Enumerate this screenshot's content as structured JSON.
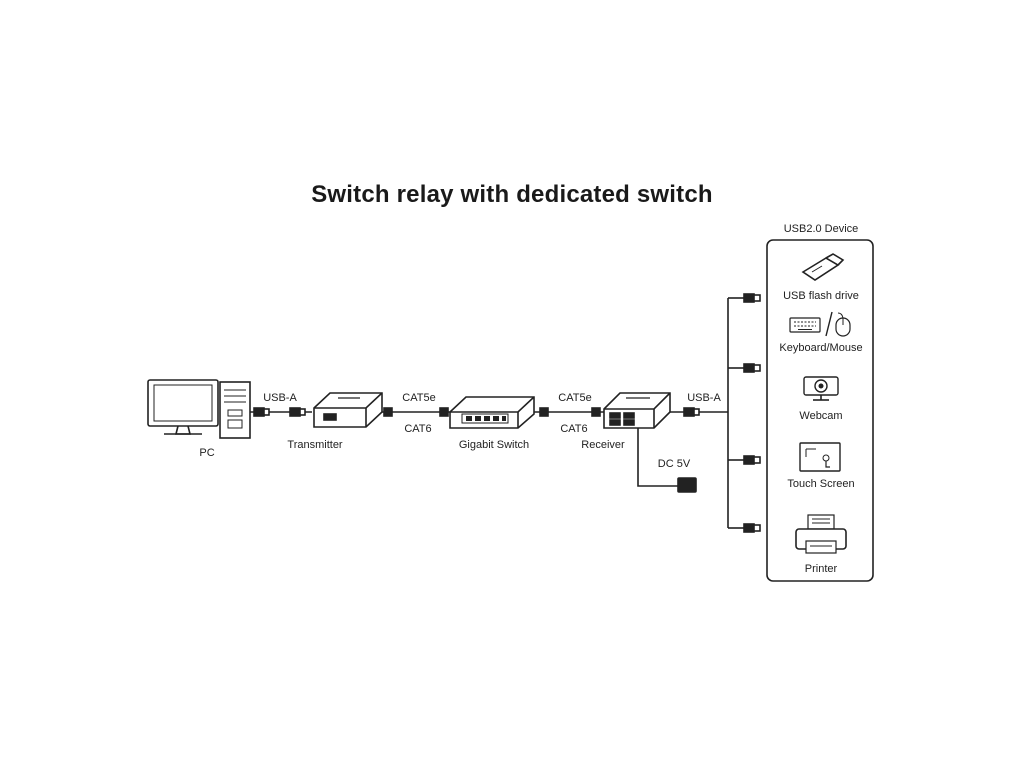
{
  "title": "Switch relay with dedicated switch",
  "devices": {
    "pc": "PC",
    "transmitter": "Transmitter",
    "switch": "Gigabit Switch",
    "receiver": "Receiver"
  },
  "cables": {
    "usb_left": "USB-A",
    "usb_right": "USB-A",
    "left_top": "CAT5e",
    "left_bottom": "CAT6",
    "right_top": "CAT5e",
    "right_bottom": "CAT6",
    "power": "DC 5V"
  },
  "usb_panel": {
    "title": "USB2.0 Device",
    "items": [
      {
        "label": "USB flash drive",
        "icon": "usb-flash-drive-icon"
      },
      {
        "label": "Keyboard/Mouse",
        "icon": "keyboard-mouse-icon"
      },
      {
        "label": "Webcam",
        "icon": "webcam-icon"
      },
      {
        "label": "Touch Screen",
        "icon": "touch-screen-icon"
      },
      {
        "label": "Printer",
        "icon": "printer-icon"
      }
    ]
  }
}
